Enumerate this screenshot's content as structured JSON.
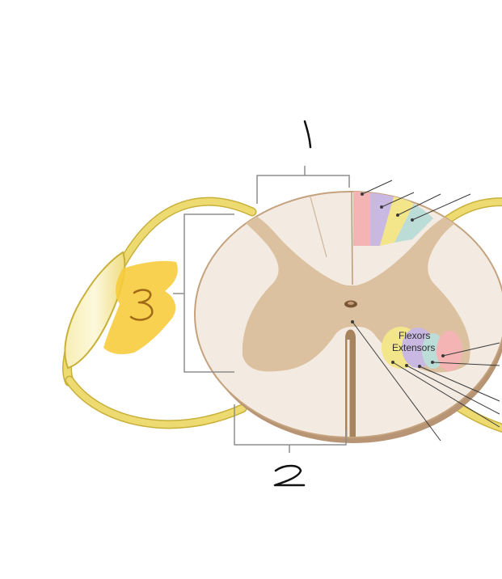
{
  "labels": {
    "handwritten": [
      "1",
      "2",
      "3"
    ],
    "ventral_horn_regions": [
      "Flexors",
      "Extensors"
    ]
  },
  "colors": {
    "white_matter": "#f3ebe1",
    "gray_matter": "#dcc1a0",
    "cord_edge": "#c4a27e",
    "nerve": "#eddb72",
    "nerve_edge": "#c9b03a",
    "ganglion_highlight": "#f6cc3c",
    "tract_pink": "#f4b4b4",
    "tract_lavender": "#c8b8e2",
    "tract_yellow": "#f3e58a",
    "tract_teal": "#bcdcd8",
    "leader_line": "#3a3a3a"
  }
}
